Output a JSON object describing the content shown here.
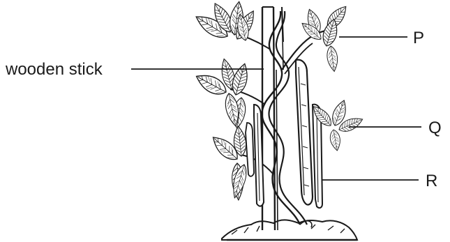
{
  "labels": {
    "stick": "wooden stick",
    "p": "P",
    "q": "Q",
    "r": "R"
  },
  "colors": {
    "ink": "#1a1a1a",
    "background": "#ffffff"
  }
}
